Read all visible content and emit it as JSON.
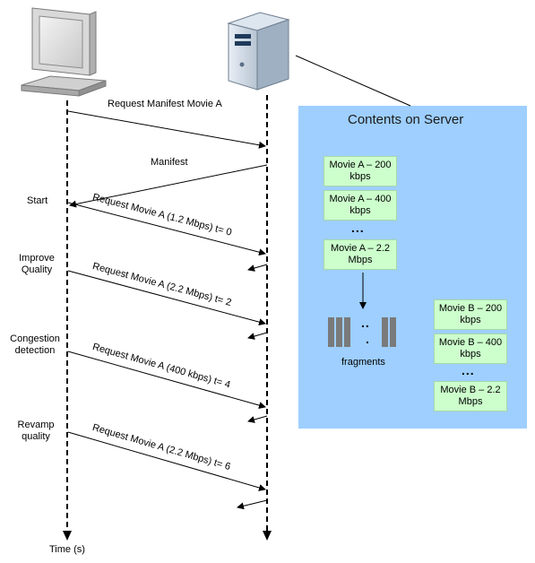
{
  "panel": {
    "title": "Contents on Server",
    "movie_a": [
      "Movie A – 200 kbps",
      "Movie A – 400 kbps",
      "Movie A – 2.2 Mbps"
    ],
    "movie_b": [
      "Movie B – 200 kbps",
      "Movie B – 400 kbps",
      "Movie B – 2.2 Mbps"
    ],
    "ellipsis": "...",
    "fragments_label": "fragments",
    "fragment_dots_top": "..",
    "fragment_dots_bottom": "."
  },
  "messages": {
    "request_manifest": "Request Manifest Movie A",
    "manifest": "Manifest",
    "req1": "Request Movie A (1.2 Mbps) t= 0",
    "req2": "Request Movie A (2.2 Mbps) t= 2",
    "req3": "Request Movie A (400 kbps) t= 4",
    "req4": "Request Movie A (2.2 Mbps) t= 6"
  },
  "side_labels": {
    "start": "Start",
    "improve": "Improve Quality",
    "congestion": "Congestion detection",
    "revamp": "Revamp quality"
  },
  "time_label": "Time (s)",
  "colors": {
    "panel_fill": "#99ccff",
    "box_fill": "#ccffcc",
    "line": "#000000"
  },
  "icons": {
    "client": "computer-monitor-icon",
    "server": "server-tower-icon"
  }
}
